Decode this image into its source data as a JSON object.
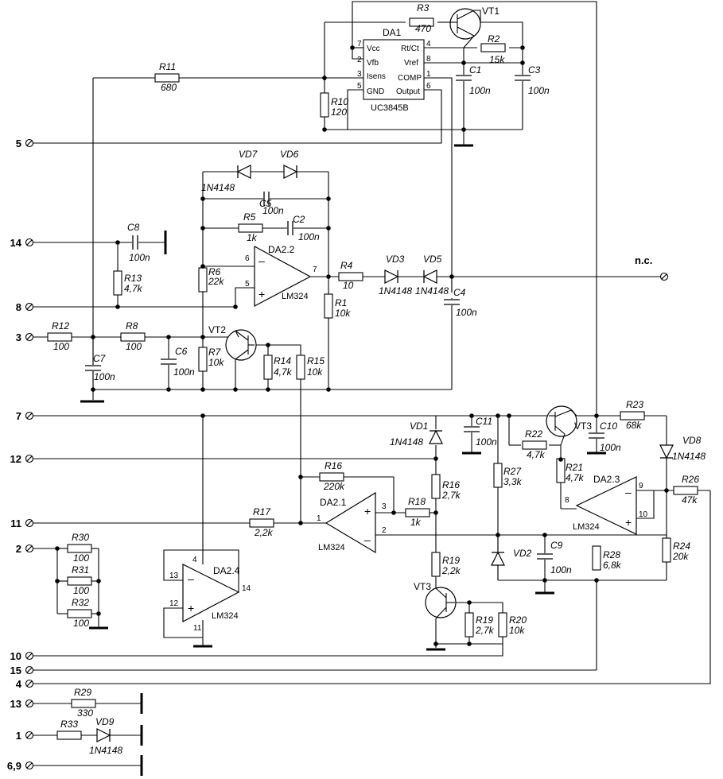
{
  "terminals": [
    {
      "label": "5"
    },
    {
      "label": "14"
    },
    {
      "label": "8"
    },
    {
      "label": "3"
    },
    {
      "label": "7"
    },
    {
      "label": "12"
    },
    {
      "label": "11"
    },
    {
      "label": "2"
    },
    {
      "label": "10"
    },
    {
      "label": "15"
    },
    {
      "label": "4"
    },
    {
      "label": "13"
    },
    {
      "label": "1"
    },
    {
      "label": "6,9"
    },
    {
      "label": "n.c."
    }
  ],
  "resistors": [
    {
      "ref": "R1",
      "value": "10k"
    },
    {
      "ref": "R2",
      "value": "15k"
    },
    {
      "ref": "R3",
      "value": "470"
    },
    {
      "ref": "R4",
      "value": "10"
    },
    {
      "ref": "R5",
      "value": "1k"
    },
    {
      "ref": "R6",
      "value": "22k"
    },
    {
      "ref": "R7",
      "value": "10k"
    },
    {
      "ref": "R8",
      "value": "100"
    },
    {
      "ref": "R10",
      "value": "120"
    },
    {
      "ref": "R11",
      "value": "680"
    },
    {
      "ref": "R12",
      "value": "100"
    },
    {
      "ref": "R13",
      "value": "4,7k"
    },
    {
      "ref": "R14",
      "value": "4,7k"
    },
    {
      "ref": "R15",
      "value": "10k"
    },
    {
      "ref": "R16",
      "value": "220k"
    },
    {
      "ref": "R16",
      "value": "2,7k"
    },
    {
      "ref": "R17",
      "value": "2,2k"
    },
    {
      "ref": "R18",
      "value": "1k"
    },
    {
      "ref": "R19",
      "value": "2,2k"
    },
    {
      "ref": "R19",
      "value": "2,7k"
    },
    {
      "ref": "R20",
      "value": "10k"
    },
    {
      "ref": "R21",
      "value": "4,7k"
    },
    {
      "ref": "R22",
      "value": "4,7k"
    },
    {
      "ref": "R23",
      "value": "68k"
    },
    {
      "ref": "R24",
      "value": "20k"
    },
    {
      "ref": "R26",
      "value": "47k"
    },
    {
      "ref": "R27",
      "value": "3,3k"
    },
    {
      "ref": "R28",
      "value": "6,8k"
    },
    {
      "ref": "R29",
      "value": "330"
    },
    {
      "ref": "R30",
      "value": "100"
    },
    {
      "ref": "R31",
      "value": "100"
    },
    {
      "ref": "R32",
      "value": "100"
    },
    {
      "ref": "R33",
      "value": ""
    }
  ],
  "capacitors": [
    {
      "ref": "C1",
      "value": "100n"
    },
    {
      "ref": "C2",
      "value": "100n"
    },
    {
      "ref": "C3",
      "value": "100n"
    },
    {
      "ref": "C4",
      "value": "100n"
    },
    {
      "ref": "C5",
      "value": "100n"
    },
    {
      "ref": "C6",
      "value": "100n"
    },
    {
      "ref": "C7",
      "value": "100n"
    },
    {
      "ref": "C8",
      "value": "100n"
    },
    {
      "ref": "C9",
      "value": "100n"
    },
    {
      "ref": "C10",
      "value": "100n"
    },
    {
      "ref": "C11",
      "value": "100n"
    }
  ],
  "diodes": [
    {
      "ref": "VD1",
      "value": "1N4148"
    },
    {
      "ref": "VD2",
      "value": ""
    },
    {
      "ref": "VD3",
      "value": "1N4148"
    },
    {
      "ref": "VD5",
      "value": "1N4148"
    },
    {
      "ref": "VD6",
      "value": ""
    },
    {
      "ref": "VD7",
      "value": "1N4148"
    },
    {
      "ref": "VD8",
      "value": "1N4148"
    },
    {
      "ref": "VD9",
      "value": "1N4148"
    }
  ],
  "transistors": [
    {
      "ref": "VT1"
    },
    {
      "ref": "VT2"
    },
    {
      "ref": "VT3"
    },
    {
      "ref": "VT3"
    }
  ],
  "opamps": [
    {
      "ref": "DA2.1",
      "part": "LM324"
    },
    {
      "ref": "DA2.2",
      "part": "LM324"
    },
    {
      "ref": "DA2.3",
      "part": "LM324"
    },
    {
      "ref": "DA2.4",
      "part": "LM324"
    }
  ],
  "controller": {
    "ref": "DA1",
    "part": "UC3845B",
    "pins_left": [
      {
        "num": "7",
        "name": "Vcc"
      },
      {
        "num": "2",
        "name": "Vfb"
      },
      {
        "num": "3",
        "name": "Isens"
      },
      {
        "num": "5",
        "name": "GND"
      }
    ],
    "pins_right": [
      {
        "num": "4",
        "name": "Rt/Ct"
      },
      {
        "num": "8",
        "name": "Vref"
      },
      {
        "num": "1",
        "name": "COMP"
      },
      {
        "num": "6",
        "name": "Output"
      }
    ]
  },
  "pin_numbers": [
    "6",
    "5",
    "7",
    "3",
    "2",
    "1",
    "8",
    "9",
    "10",
    "4",
    "13",
    "12",
    "11",
    "14"
  ]
}
